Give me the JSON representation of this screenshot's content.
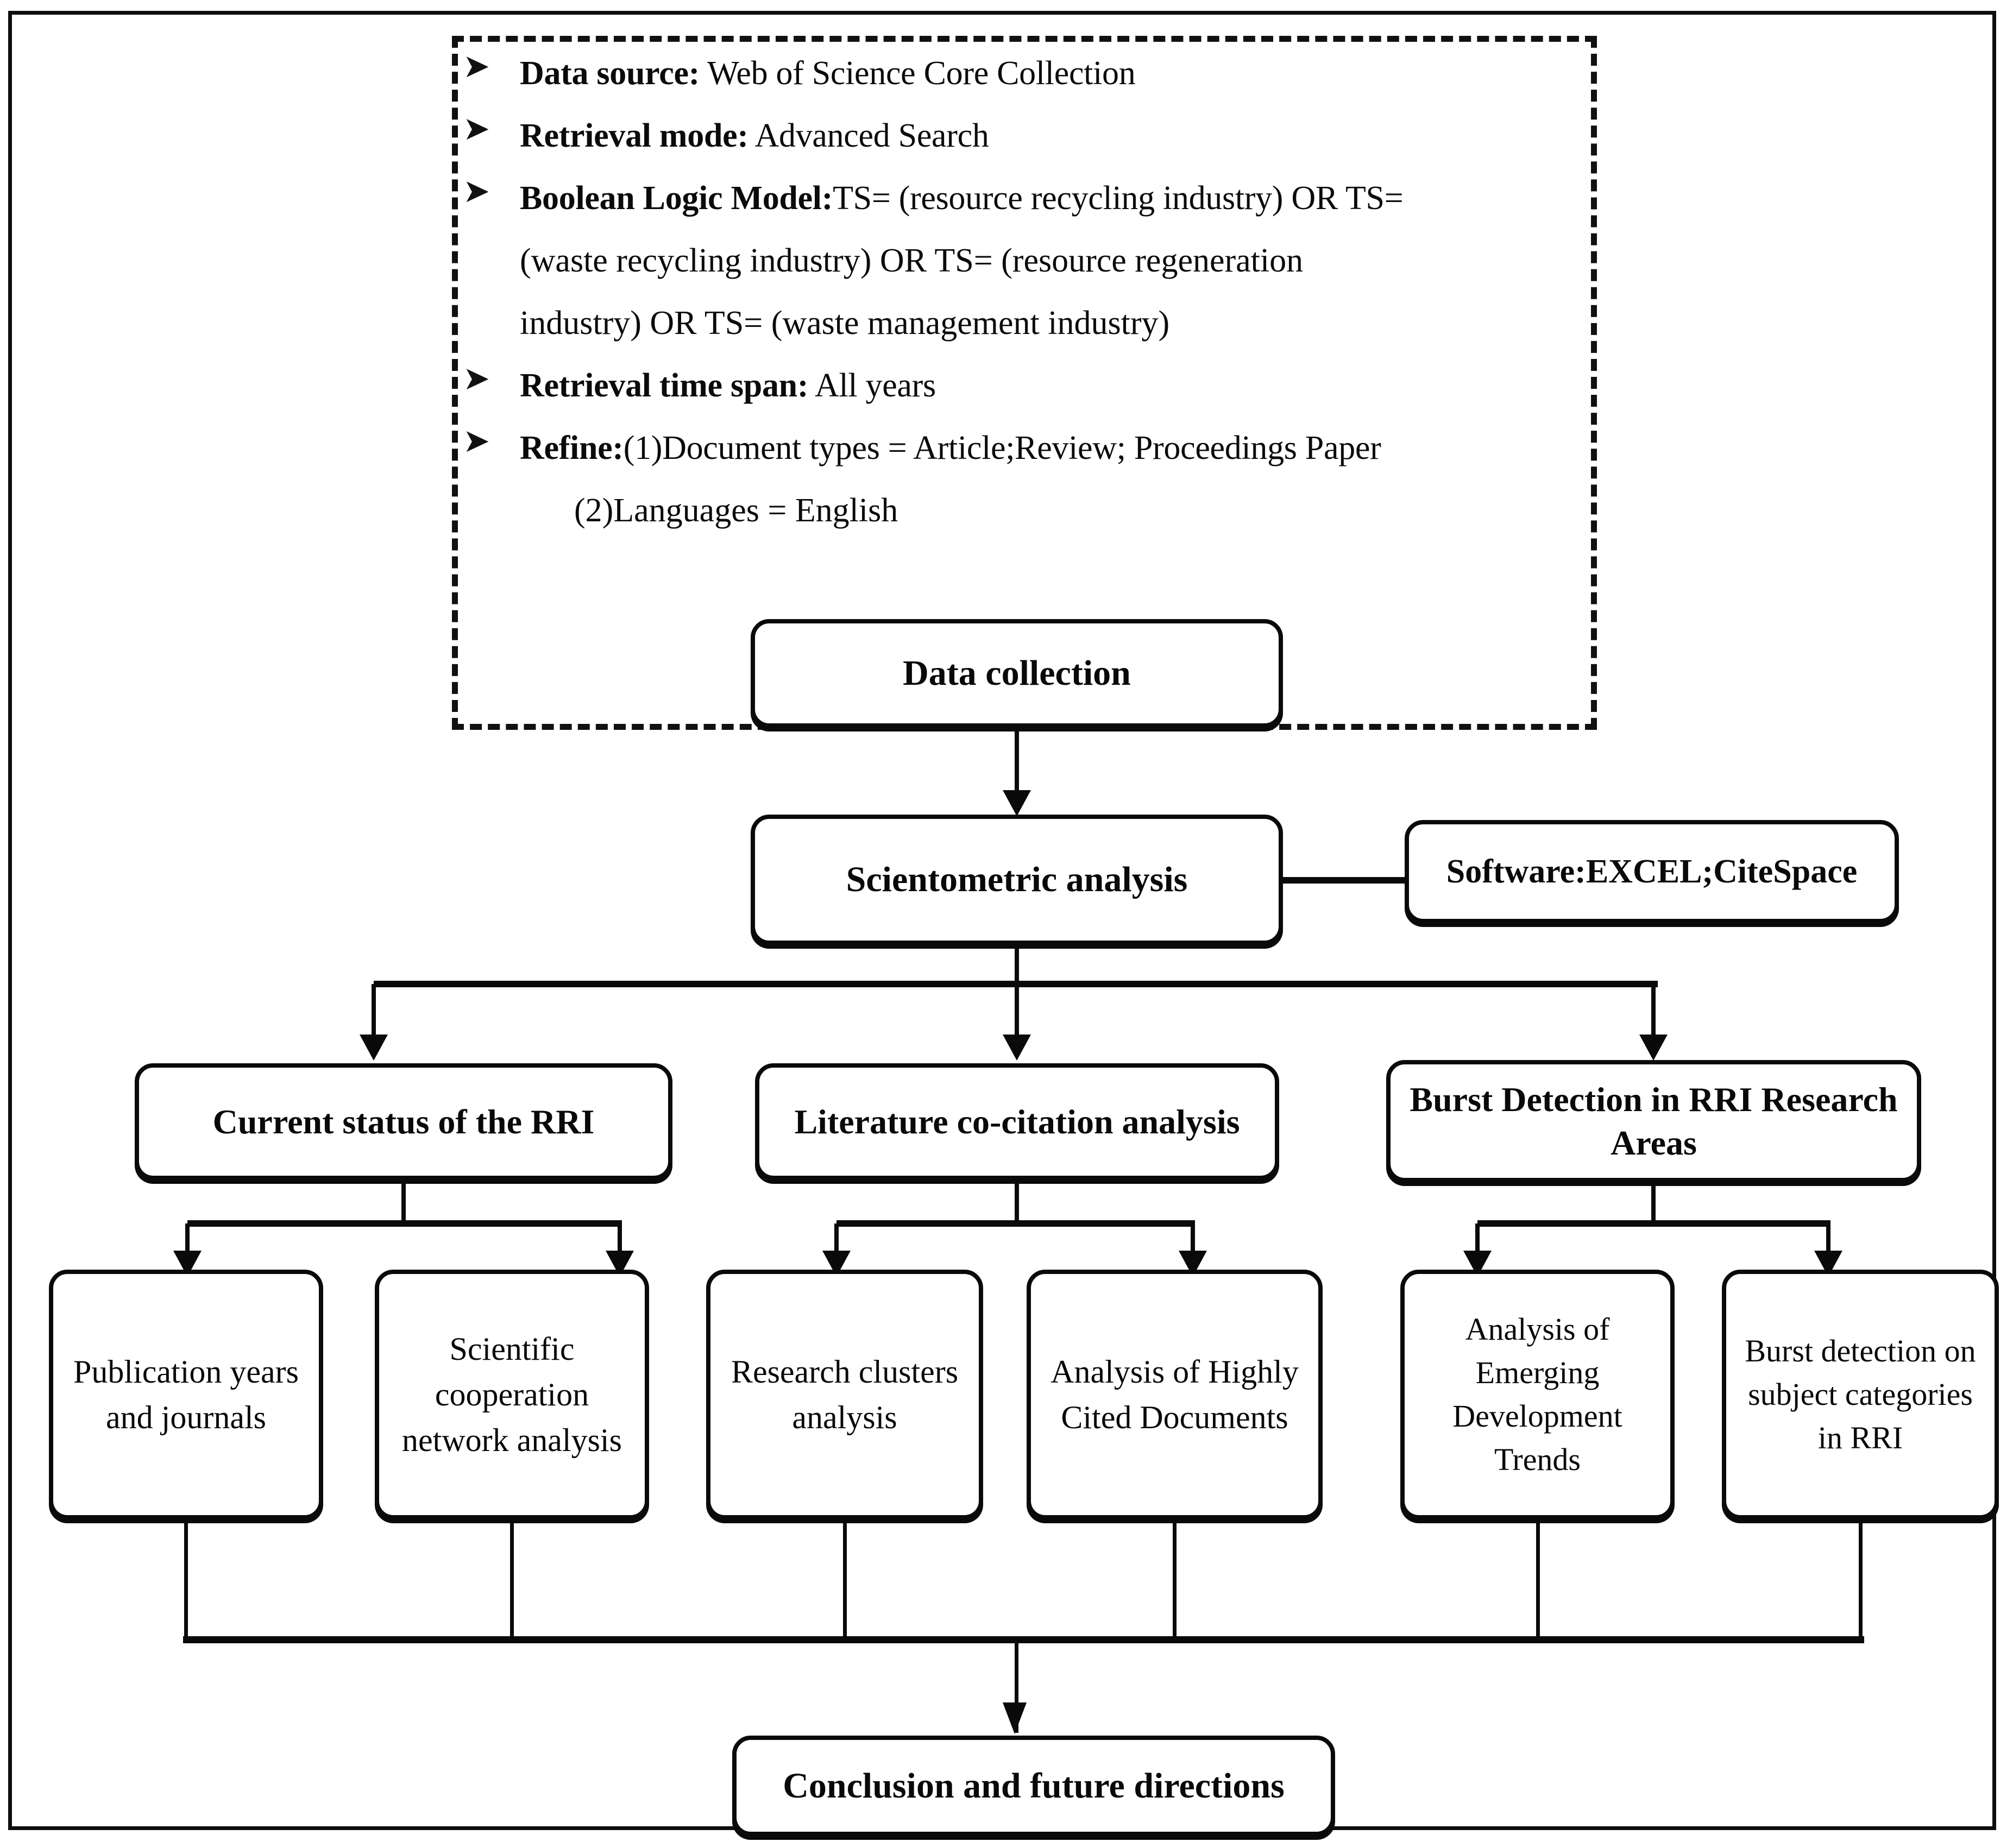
{
  "figure": {
    "title": "Research framework flowchart",
    "bullet_marker": "chevron-bullet"
  },
  "search_protocol": {
    "items": [
      {
        "label": "Data source:",
        "value": " Web of Science Core Collection"
      },
      {
        "label": "Retrieval mode:",
        "value": " Advanced Search"
      },
      {
        "label": "Boolean Logic Model:",
        "value": "TS= (resource recycling industry) OR TS="
      },
      {
        "label": "Retrieval time span:",
        "value": " All years"
      },
      {
        "label": "Refine:",
        "value": "(1)Document types = Article;Review; Proceedings Paper"
      }
    ],
    "boolean_continuation_1": "(waste recycling industry) OR TS= (resource regeneration",
    "boolean_continuation_2": "industry) OR TS= (waste management industry)",
    "refine_continuation": "(2)Languages = English"
  },
  "nodes": {
    "data_collection": "Data collection",
    "scientometric_analysis": "Scientometric analysis",
    "software": "Software:EXCEL;CiteSpace",
    "branch_1": "Current status of the RRI",
    "branch_2": "Literature co-citation analysis",
    "branch_3": "Burst Detection in RRI Research Areas",
    "leaf_1": "Publication years and journals",
    "leaf_2": "Scientific cooperation network analysis",
    "leaf_3": "Research clusters analysis",
    "leaf_4": "Analysis of Highly Cited Documents",
    "leaf_5": "Analysis of Emerging Development Trends",
    "leaf_6": "Burst detection on subject categories in RRI",
    "conclusion": "Conclusion and future directions"
  },
  "colors": {
    "stroke": "#0a0a0a",
    "background": "#ffffff",
    "text": "#090909"
  }
}
